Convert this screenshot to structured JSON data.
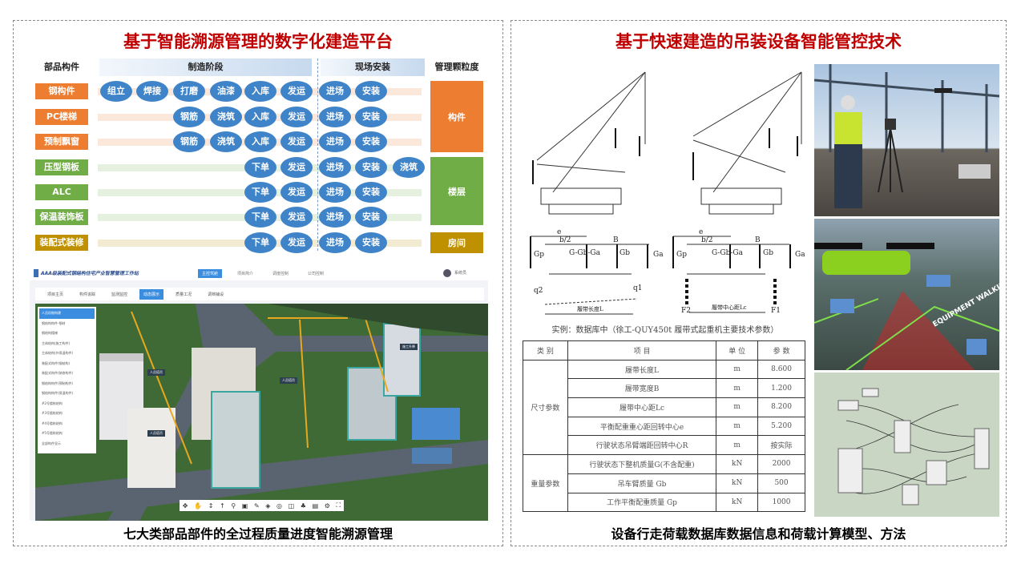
{
  "left": {
    "title": "基于智能溯源管理的数字化建造平台",
    "caption": "七大类部品部件的全过程质量进度智能溯源管理",
    "headers": {
      "component": "部品构件",
      "manufacturing": "制造阶段",
      "onsite": "现场安装",
      "granularity": "管理颗粒度"
    },
    "rows": [
      {
        "label": "钢构件",
        "color": "#ed7d31",
        "steps": [
          "组立",
          "焊接",
          "打磨",
          "油漆",
          "入库",
          "发运",
          "进场",
          "安装",
          ""
        ]
      },
      {
        "label": "PC楼梯",
        "color": "#ed7d31",
        "steps": [
          "",
          "",
          "钢筋",
          "浇筑",
          "入库",
          "发运",
          "进场",
          "安装",
          ""
        ]
      },
      {
        "label": "预制飘窗",
        "color": "#ed7d31",
        "steps": [
          "",
          "",
          "钢筋",
          "浇筑",
          "入库",
          "发运",
          "进场",
          "安装",
          ""
        ]
      },
      {
        "label": "压型钢板",
        "color": "#70ad47",
        "steps": [
          "",
          "",
          "",
          "",
          "下单",
          "发运",
          "进场",
          "安装",
          "浇筑"
        ]
      },
      {
        "label": "ALC",
        "color": "#70ad47",
        "steps": [
          "",
          "",
          "",
          "",
          "下单",
          "发运",
          "进场",
          "安装",
          ""
        ]
      },
      {
        "label": "保温装饰板",
        "color": "#70ad47",
        "steps": [
          "",
          "",
          "",
          "",
          "下单",
          "发运",
          "进场",
          "安装",
          ""
        ]
      },
      {
        "label": "装配式装修",
        "color": "#bf9000",
        "steps": [
          "",
          "",
          "",
          "",
          "下单",
          "发运",
          "进场",
          "安装",
          ""
        ]
      }
    ],
    "granularity": [
      {
        "label": "构件",
        "color": "#ed7d31"
      },
      {
        "label": "楼层",
        "color": "#70ad47"
      },
      {
        "label": "房间",
        "color": "#bf9000"
      }
    ],
    "app": {
      "name": "AAA级装配式钢结构住宅产业智慧管理工作站",
      "top_nav": [
        "主控驾舱",
        "项目简介",
        "调度控制",
        "公司控制"
      ],
      "user": "系统员",
      "tabs": [
        "项目主页",
        "构件追踪",
        "监测监控",
        "动态展示",
        "质量工况",
        "调档铺设"
      ],
      "side_menu": [
        "人员机制构建",
        "钢结构构件-钢材",
        "钢结构楼梯",
        "主体结构(施工构件)",
        "主体结构(外保温构件)",
        "装配式构件(钢结构)",
        "装配式构件(装修构件)",
        "钢结构构件(预制构件)",
        "钢结构构件(保温构件)",
        "#2号楼栋结构",
        "#3号楼栋结构",
        "#4号楼栋结构",
        "#5号楼栋结构",
        "全部构件显示"
      ],
      "markers": [
        "人员塔吊",
        "人员塔吊",
        "人员塔吊",
        "施工升降"
      ]
    }
  },
  "right": {
    "title": "基于快速建造的吊装设备智能管控技术",
    "caption": "设备行走荷载数据库数据信息和荷载计算模型、方法",
    "diagram_labels": {
      "e": "e",
      "b2": "b/2",
      "B": "B",
      "Gp": "Gp",
      "G": "G-Gb-Ga",
      "Gb": "Gb",
      "Ga": "Ga",
      "q2": "q2",
      "q1": "q1",
      "L": "履带长度L",
      "F2": "F2",
      "F1": "F1",
      "Lc": "履带中心距Lc"
    },
    "table_title": "实例：数据库中（徐工-QUY450t 履带式起重机主要技术参数）",
    "table_headers": [
      "类 别",
      "项 目",
      "单 位",
      "参 数"
    ],
    "groups": [
      {
        "name": "尺寸参数",
        "rows": [
          [
            "履带长度L",
            "m",
            "8.600"
          ],
          [
            "履带宽度B",
            "m",
            "1.200"
          ],
          [
            "履带中心距Lc",
            "m",
            "8.200"
          ],
          [
            "平衡配重重心距回转中心e",
            "m",
            "5.200"
          ],
          [
            "行驶状态吊臂端距回转中心R",
            "m",
            "按实际"
          ]
        ]
      },
      {
        "name": "重量参数",
        "rows": [
          [
            "行驶状态下整机质量G(不含配重)",
            "kN",
            "2000"
          ],
          [
            "吊车臂质量 Gb",
            "kN",
            "500"
          ],
          [
            "工作平衡配重质量 Gp",
            "kN",
            "1000"
          ]
        ]
      }
    ],
    "photo_text": "EQUIPMENT WALKING"
  }
}
